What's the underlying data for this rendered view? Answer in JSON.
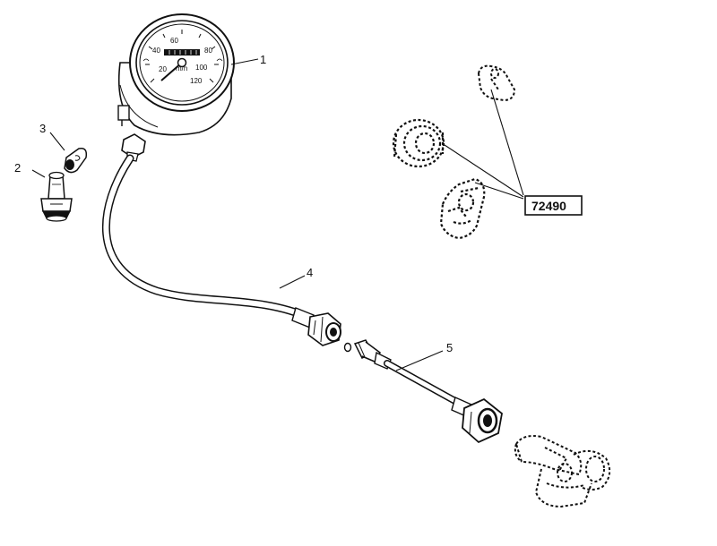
{
  "callouts": {
    "speedometer": "1",
    "bulb_holder": "2",
    "bulb": "3",
    "cable_outer": "4",
    "cable_inner": "5"
  },
  "reference_box": "72490",
  "dial": {
    "marks": [
      "20",
      "40",
      "60",
      "80",
      "100",
      "120"
    ],
    "unit": "m/h"
  }
}
